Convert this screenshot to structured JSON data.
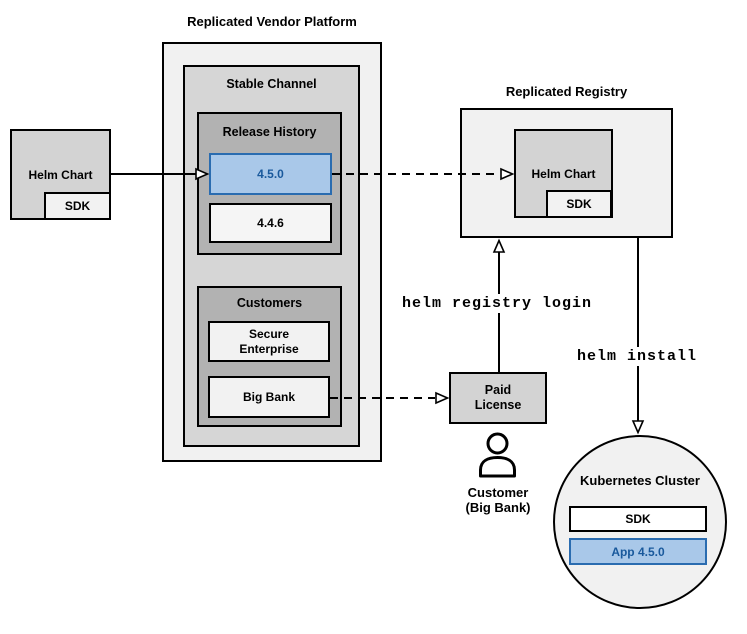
{
  "colors": {
    "highlight_fill": "#a9c8e9",
    "highlight_border": "#2a6cb0",
    "highlight_text": "#19599c",
    "box_light": "#f1f1f1",
    "box_medium": "#d6d6d6",
    "box_dark": "#b2b2b2"
  },
  "platform": {
    "title": "Replicated Vendor Platform",
    "stable_channel": {
      "label": "Stable Channel",
      "release_history": {
        "label": "Release History",
        "releases": [
          {
            "version": "4.5.0",
            "highlighted": true
          },
          {
            "version": "4.4.6",
            "highlighted": false
          }
        ]
      },
      "customers": {
        "label": "Customers",
        "items": [
          {
            "lines": [
              "Secure",
              "Enterprise"
            ]
          },
          {
            "lines": [
              "Big Bank"
            ]
          }
        ]
      }
    }
  },
  "source": {
    "label": "Helm Chart",
    "sdk": "SDK"
  },
  "registry": {
    "title": "Replicated Registry",
    "helm_chart": {
      "label": "Helm Chart",
      "sdk": "SDK"
    }
  },
  "license": {
    "lines": [
      "Paid",
      "License"
    ]
  },
  "actor": {
    "lines": [
      "Customer",
      "(Big Bank)"
    ]
  },
  "cluster": {
    "title": "Kubernetes Cluster",
    "sdk": "SDK",
    "app": "App 4.5.0"
  },
  "commands": {
    "login": "helm registry login",
    "install": "helm install"
  }
}
